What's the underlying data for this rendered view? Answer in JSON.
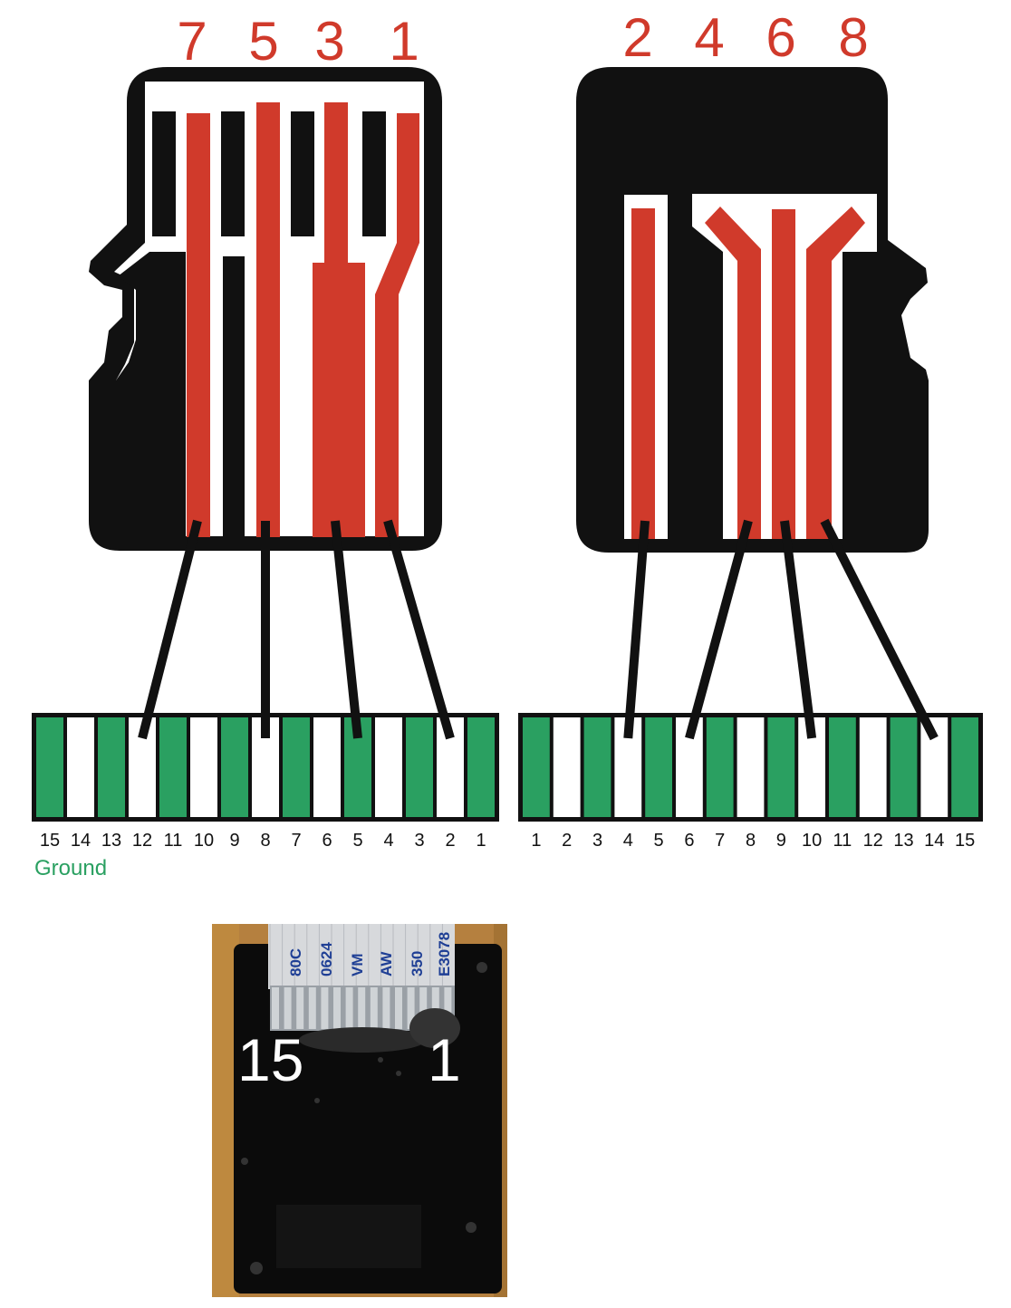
{
  "colors": {
    "contact_red": "#d03a2b",
    "card_black": "#111111",
    "ground_green": "#2aa061",
    "pad_white": "#ffffff",
    "wire_black": "#111111",
    "ground_text": "#2aa061",
    "photo_wood": "#b5803f",
    "photo_board": "#0b0b0b"
  },
  "left_card": {
    "contact_numbers": [
      "7",
      "5",
      "3",
      "1"
    ]
  },
  "right_card": {
    "contact_numbers": [
      "2",
      "4",
      "6",
      "8"
    ]
  },
  "left_connector": {
    "pin_labels": [
      "15",
      "14",
      "13",
      "12",
      "11",
      "10",
      "9",
      "8",
      "7",
      "6",
      "5",
      "4",
      "3",
      "2",
      "1"
    ],
    "ground_label": "Ground",
    "wiring": [
      {
        "contact": "7",
        "pin": "12"
      },
      {
        "contact": "5",
        "pin": "8"
      },
      {
        "contact": "3",
        "pin": "5"
      },
      {
        "contact": "1",
        "pin": "2"
      }
    ]
  },
  "right_connector": {
    "pin_labels": [
      "1",
      "2",
      "3",
      "4",
      "5",
      "6",
      "7",
      "8",
      "9",
      "10",
      "11",
      "12",
      "13",
      "14",
      "15"
    ],
    "wiring": [
      {
        "contact": "2",
        "pin": "4"
      },
      {
        "contact": "4",
        "pin": "6"
      },
      {
        "contact": "6",
        "pin": "10"
      },
      {
        "contact": "8",
        "pin": "14"
      }
    ]
  },
  "photo": {
    "left_label": "15",
    "right_label": "1",
    "ribbon_texts": [
      "80C",
      "0624",
      "VM",
      "AW",
      "350",
      "E3078"
    ]
  }
}
